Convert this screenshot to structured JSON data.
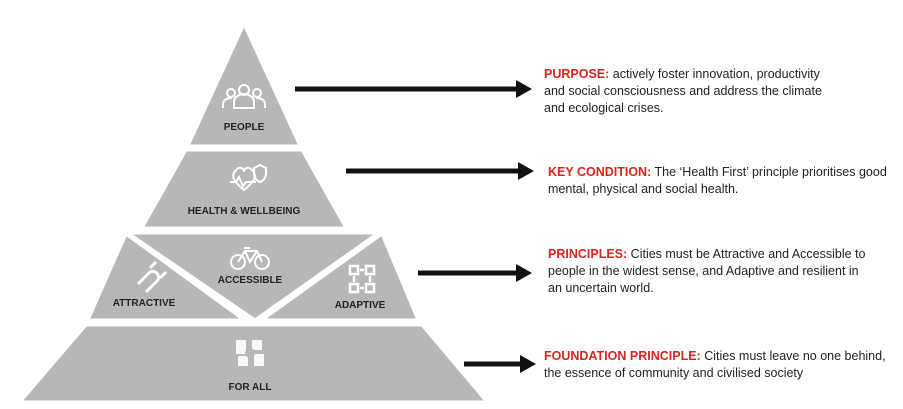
{
  "pyramid": {
    "tiers": [
      {
        "label": "PEOPLE",
        "icon": "people-icon"
      },
      {
        "label": "HEALTH & WELLBEING",
        "icon": "heart-shield-icon"
      },
      {
        "label": "ATTRACTIVE",
        "icon": "magnet-icon"
      },
      {
        "label": "ACCESSIBLE",
        "icon": "bicycle-icon"
      },
      {
        "label": "ADAPTIVE",
        "icon": "adaptive-cycle-icon"
      },
      {
        "label": "FOR ALL",
        "icon": "joined-hands-icon"
      }
    ],
    "fill_color": "#b7b7b7",
    "border_color": "#ffffff"
  },
  "descriptions": [
    {
      "heading": "PURPOSE:",
      "lines": [
        " actively foster innovation, productivity",
        "and social consciousness and address the climate",
        "and ecological crises."
      ]
    },
    {
      "heading": "KEY CONDITION:",
      "lines": [
        " The ‘Health First’ principle prioritises good",
        "mental, physical and social health."
      ]
    },
    {
      "heading": "PRINCIPLES:",
      "lines": [
        " Cities must be Attractive and Accessible to",
        "people in the widest sense, and Adaptive and resilient in",
        "an uncertain world."
      ]
    },
    {
      "heading": "FOUNDATION PRINCIPLE:",
      "lines": [
        " Cities must leave no one behind,",
        "the essence of community and civilised society"
      ]
    }
  ],
  "colors": {
    "accent": "#d7261e",
    "arrow": "#111111",
    "text": "#222222"
  }
}
